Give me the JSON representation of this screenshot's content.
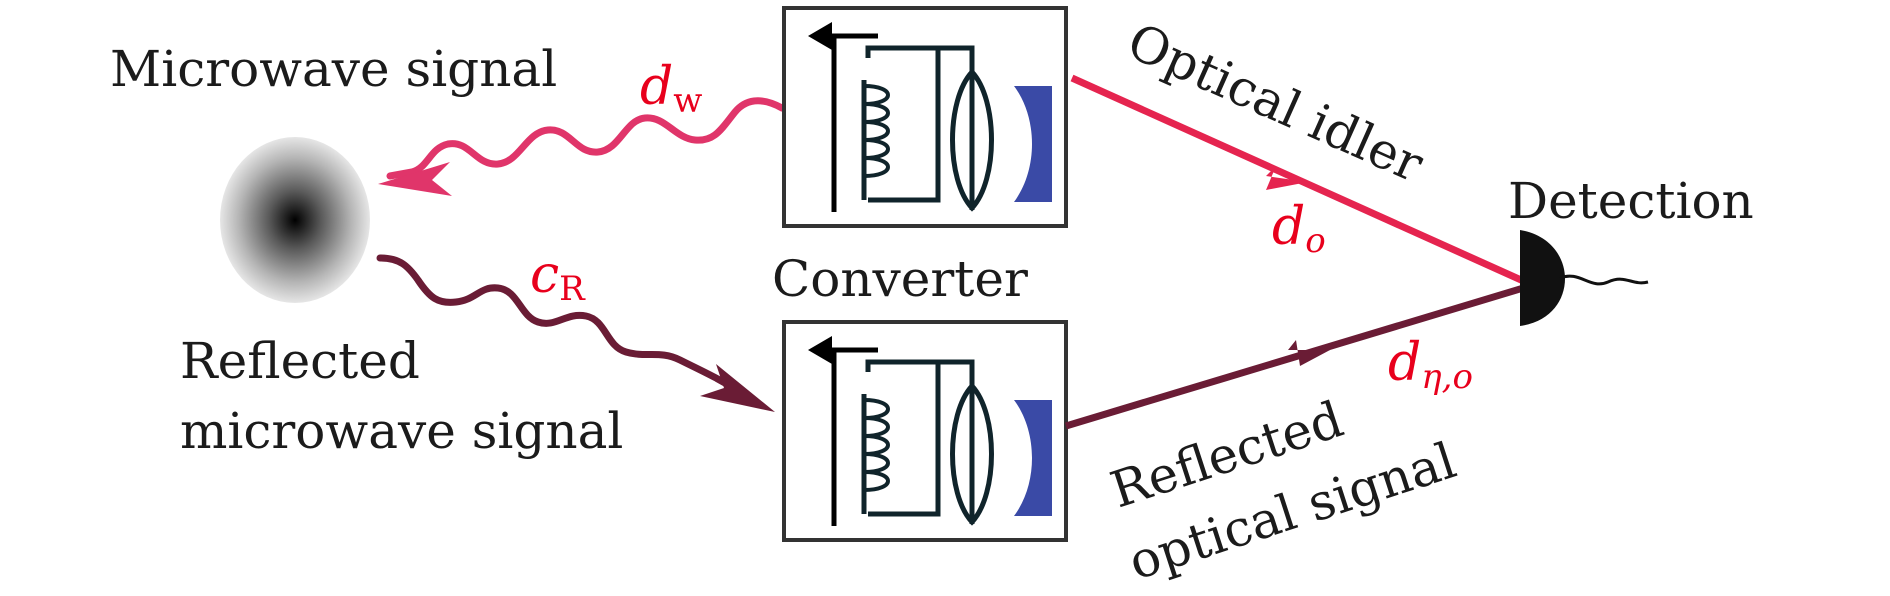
{
  "labels": {
    "microwave_signal": "Microwave signal",
    "converter": "Converter",
    "reflected_microwave_line1": "Reflected",
    "reflected_microwave_line2": "microwave signal",
    "optical_idler": "Optical idler",
    "detection": "Detection",
    "reflected_optical_line1": "Reflected",
    "reflected_optical_line2": "optical signal"
  },
  "symbols": {
    "d_w": {
      "base": "d",
      "sub": "w"
    },
    "c_R": {
      "base": "c",
      "sub": "R"
    },
    "d_o": {
      "base": "d",
      "sub": "o"
    },
    "d_eta_o": {
      "base": "d",
      "sub": "η,o"
    }
  },
  "colors": {
    "microwave": "#e0356a",
    "optical_idler": "#e5244f",
    "reflected": "#6a1c35",
    "symbol_red": "#e8001c",
    "mirror": "#3a4aa6",
    "detector": "#111111"
  }
}
